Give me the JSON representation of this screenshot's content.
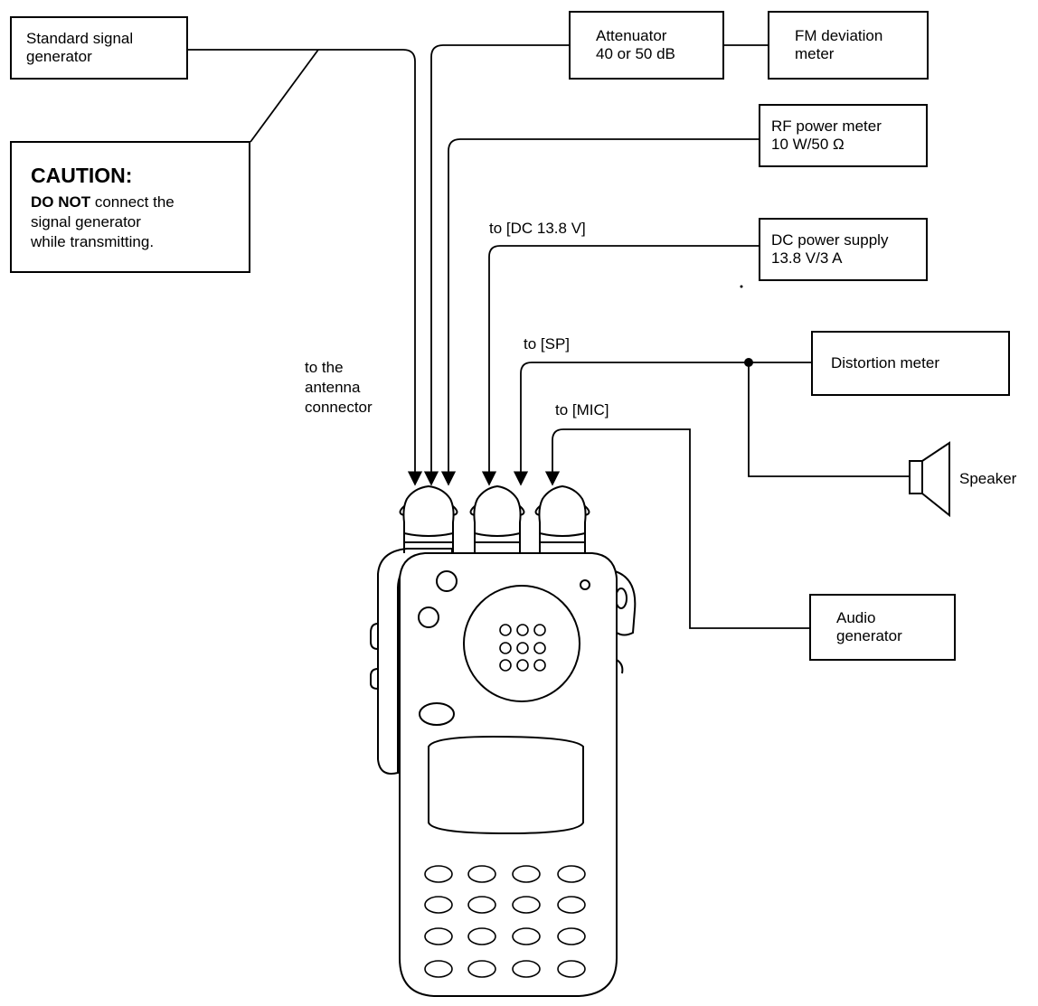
{
  "boxes": {
    "standard_signal_generator": [
      "Standard signal",
      "generator"
    ],
    "attenuator": [
      "Attenuator",
      "40 or 50 dB"
    ],
    "fm_deviation_meter": [
      "FM deviation",
      "meter"
    ],
    "rf_power_meter": [
      "RF power meter",
      "10 W/50 Ω"
    ],
    "dc_power_supply": [
      "DC power supply",
      "13.8 V/3 A"
    ],
    "distortion_meter": [
      "Distortion meter"
    ],
    "audio_generator": [
      "Audio",
      "generator"
    ]
  },
  "caution": {
    "title": "CAUTION:",
    "line1_bold": "DO NOT",
    "line1_rest": " connect the",
    "line2": "signal generator",
    "line3": "while transmitting."
  },
  "labels": {
    "antenna": [
      "to the",
      "antenna",
      "connector"
    ],
    "dc": "to [DC 13.8 V]",
    "sp": "to [SP]",
    "mic": "to [MIC]",
    "speaker": "Speaker"
  }
}
